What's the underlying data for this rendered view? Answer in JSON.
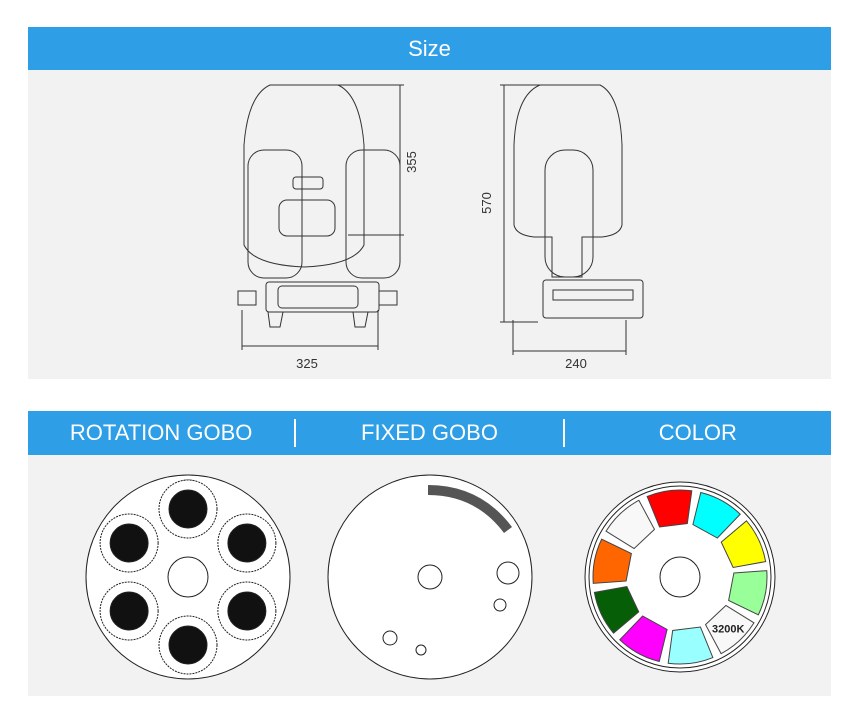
{
  "size_section": {
    "title": "Size",
    "dims": {
      "width_front": "325",
      "height_head": "355",
      "height_total": "570",
      "depth_side": "240"
    }
  },
  "gobo_section": {
    "tabs": [
      "ROTATION GOBO",
      "FIXED GOBO",
      "COLOR"
    ]
  },
  "color_wheel": {
    "slots": [
      {
        "color": "#ff0000",
        "label": ""
      },
      {
        "color": "#00ffff",
        "label": ""
      },
      {
        "color": "#ffff00",
        "label": ""
      },
      {
        "color": "#99ff99",
        "label": ""
      },
      {
        "color": "#f8f8f8",
        "label": "3200K"
      },
      {
        "color": "#99ffff",
        "label": ""
      },
      {
        "color": "#ff00ff",
        "label": ""
      },
      {
        "color": "#065e06",
        "label": ""
      },
      {
        "color": "#ff6600",
        "label": ""
      },
      {
        "color": "#f8f8f8",
        "label": ""
      }
    ]
  }
}
